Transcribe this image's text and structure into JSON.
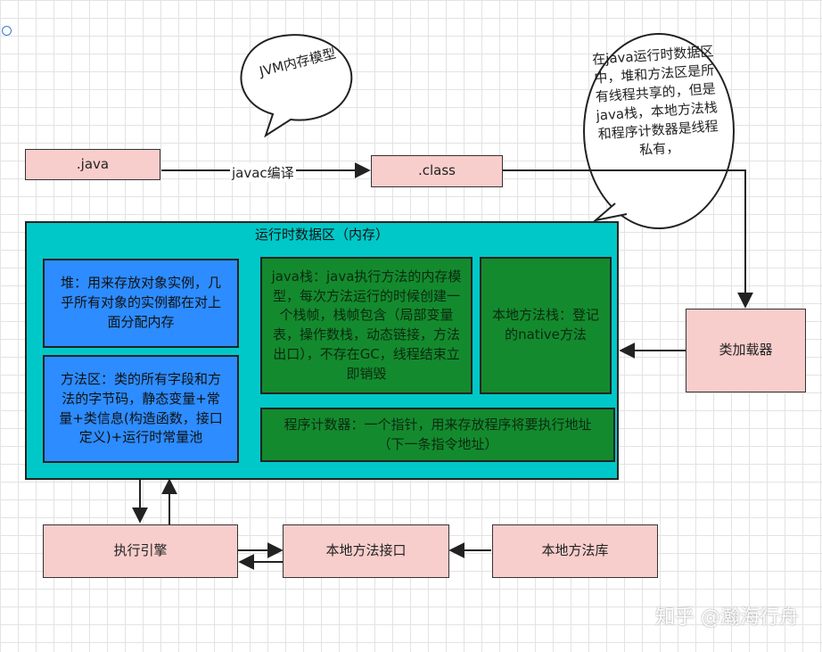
{
  "nodes": {
    "java_file": ".java",
    "class_file": ".class",
    "compile_label": "javac编译",
    "jvm_bubble": "JVM内存模型",
    "note_bubble": "在java运行时数据区中，堆和方法区是所有线程共享的，但是java栈，本地方法栈和程序计数器是线程私有，",
    "runtime_area_title": "运行时数据区（内存）",
    "heap": "堆：用来存放对象实例，几乎所有对象的实例都在对上面分配内存",
    "method_area": "方法区：类的所有字段和方法的字节码，静态变量+常量+类信息(构造函数，接口定义)+运行时常量池",
    "java_stack": "java栈：java执行方法的内存模型，每次方法运行的时候创建一个栈帧，栈帧包含（局部变量表，操作数栈，动态链接，方法出口），不存在GC，线程结束立即销毁",
    "native_stack": "本地方法栈：登记的native方法",
    "program_counter": "程序计数器：一个指针，用来存放程序将要执行地址（下一条指令地址）",
    "class_loader": "类加载器",
    "execution_engine": "执行引擎",
    "native_interface": "本地方法接口",
    "native_library": "本地方法库"
  },
  "watermark": "知乎 @瀚海行舟",
  "colors": {
    "pink": "#f8cecc",
    "cyan": "#00c8c8",
    "blue": "#2d8cff",
    "green": "#148a2e"
  }
}
